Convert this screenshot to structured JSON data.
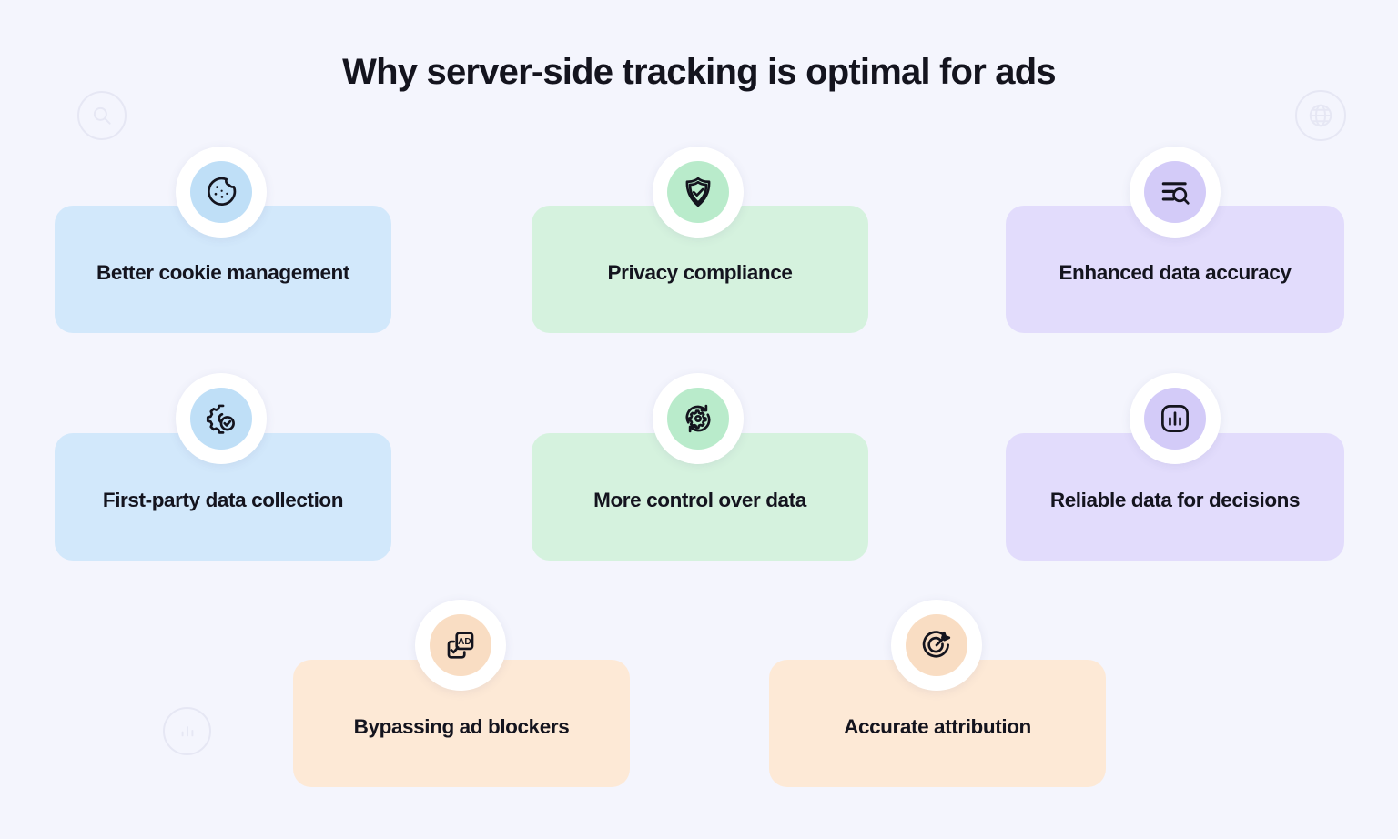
{
  "page": {
    "title": "Why server-side tracking is optimal for ads",
    "background_color": "#f4f5fd",
    "title_color": "#14141e"
  },
  "decorations": [
    {
      "name": "search-icon",
      "label": "search"
    },
    {
      "name": "globe-icon",
      "label": "globe"
    },
    {
      "name": "bar-chart-icon",
      "label": "bar-chart"
    }
  ],
  "palette": {
    "blue_card": "#d2e8fb",
    "blue_disc": "#bfdff7",
    "green_card": "#d5f2de",
    "green_disc": "#b9ebcb",
    "purple_card": "#e2dcfc",
    "purple_disc": "#d3cbf8",
    "peach_card": "#fde9d6",
    "peach_disc": "#f9ddc3",
    "badge_ring": "#ffffff"
  },
  "cards": [
    {
      "id": "better-cookie-management",
      "label": "Better cookie management",
      "icon": "cookie-icon",
      "color": "#d2e8fb",
      "disc_color": "#bfdff7",
      "row": 1,
      "column": 1
    },
    {
      "id": "privacy-compliance",
      "label": "Privacy compliance",
      "icon": "shield-check-icon",
      "color": "#d5f2de",
      "disc_color": "#b9ebcb",
      "row": 1,
      "column": 2
    },
    {
      "id": "enhanced-data-accuracy",
      "label": "Enhanced data accuracy",
      "icon": "data-search-icon",
      "color": "#e2dcfc",
      "disc_color": "#d3cbf8",
      "row": 1,
      "column": 3
    },
    {
      "id": "first-party-data-collection",
      "label": "First-party data collection",
      "icon": "gear-check-icon",
      "color": "#d2e8fb",
      "disc_color": "#bfdff7",
      "row": 2,
      "column": 1
    },
    {
      "id": "more-control-over-data",
      "label": "More control over data",
      "icon": "gear-refresh-icon",
      "color": "#d5f2de",
      "disc_color": "#b9ebcb",
      "row": 2,
      "column": 2
    },
    {
      "id": "reliable-data-for-decisions",
      "label": "Reliable data for decisions",
      "icon": "bar-chart-box-icon",
      "color": "#e2dcfc",
      "disc_color": "#d3cbf8",
      "row": 2,
      "column": 3
    },
    {
      "id": "bypassing-ad-blockers",
      "label": "Bypassing ad blockers",
      "icon": "ad-block-icon",
      "color": "#fde9d6",
      "disc_color": "#f9ddc3",
      "row": 3,
      "column": 1
    },
    {
      "id": "accurate-attribution",
      "label": "Accurate attribution",
      "icon": "target-arrow-icon",
      "color": "#fde9d6",
      "disc_color": "#f9ddc3",
      "row": 3,
      "column": 2
    }
  ]
}
